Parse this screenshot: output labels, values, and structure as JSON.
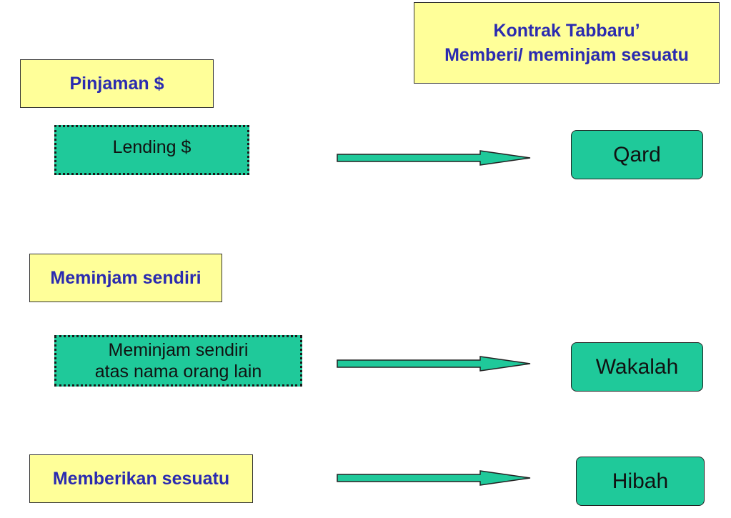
{
  "header": {
    "line1": "Kontrak Tabbaru’",
    "line2": "Memberi/ meminjam sesuatu"
  },
  "categories": {
    "pinjaman": "Pinjaman $",
    "meminjam_sendiri": "Meminjam sendiri",
    "memberikan_sesuatu": "Memberikan sesuatu"
  },
  "activities": {
    "lending": "Lending $",
    "meminjam_atas_nama_line1": "Meminjam sendiri",
    "meminjam_atas_nama_line2": "atas nama orang lain"
  },
  "contracts": {
    "qard": "Qard",
    "wakalah": "Wakalah",
    "hibah": "Hibah"
  },
  "colors": {
    "yellow_fill": "#ffff99",
    "green_fill": "#1fc99a",
    "label_blue": "#2b2bb0"
  }
}
